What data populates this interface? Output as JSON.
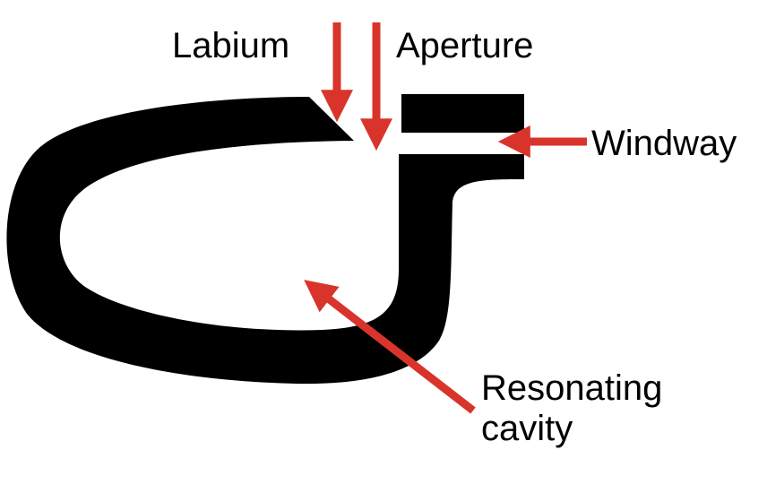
{
  "labels": {
    "labium": "Labium",
    "aperture": "Aperture",
    "windway": "Windway",
    "resonating_line1": "Resonating",
    "resonating_line2": "cavity"
  },
  "colors": {
    "background": "#ffffff",
    "body": "#000000",
    "arrow": "#d9342b",
    "text": "#000000"
  }
}
